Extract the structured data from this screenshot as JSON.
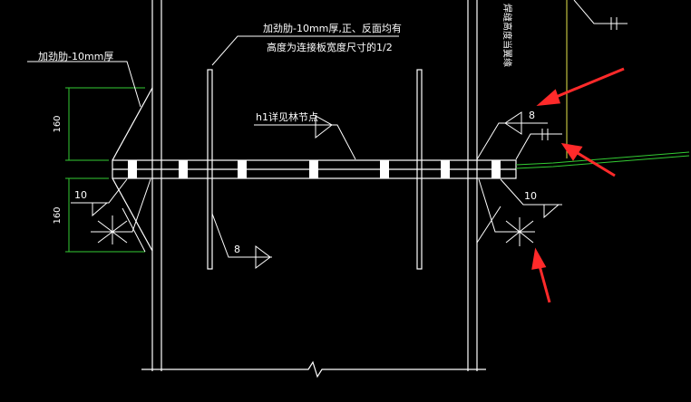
{
  "colors": {
    "background": "#000000",
    "line": "#ffffff",
    "dimension": "#33cc33",
    "guide_line": "#e6e64d",
    "arrow": "#ff2a2a"
  },
  "labels": {
    "stiffener_left": "加劲肋-10mm厚",
    "stiffener_top_line1": "加劲肋-10mm厚,正、反面均有",
    "stiffener_top_line2": "高度为连接板宽度尺寸的1/2",
    "node_ref": "h1详见林节点",
    "right_vertical_text": "焊缝高度当翼缘"
  },
  "dimensions": {
    "upper": "160",
    "lower": "160"
  },
  "weld_symbols": {
    "left_size": "10",
    "right_top_size": "8",
    "right_bottom_size": "10",
    "bottom_size": "8"
  },
  "icons": [
    "weld-fillet-symbol-icon",
    "weld-double-fillet-icon",
    "break-line-icon",
    "red-arrow-icon"
  ]
}
